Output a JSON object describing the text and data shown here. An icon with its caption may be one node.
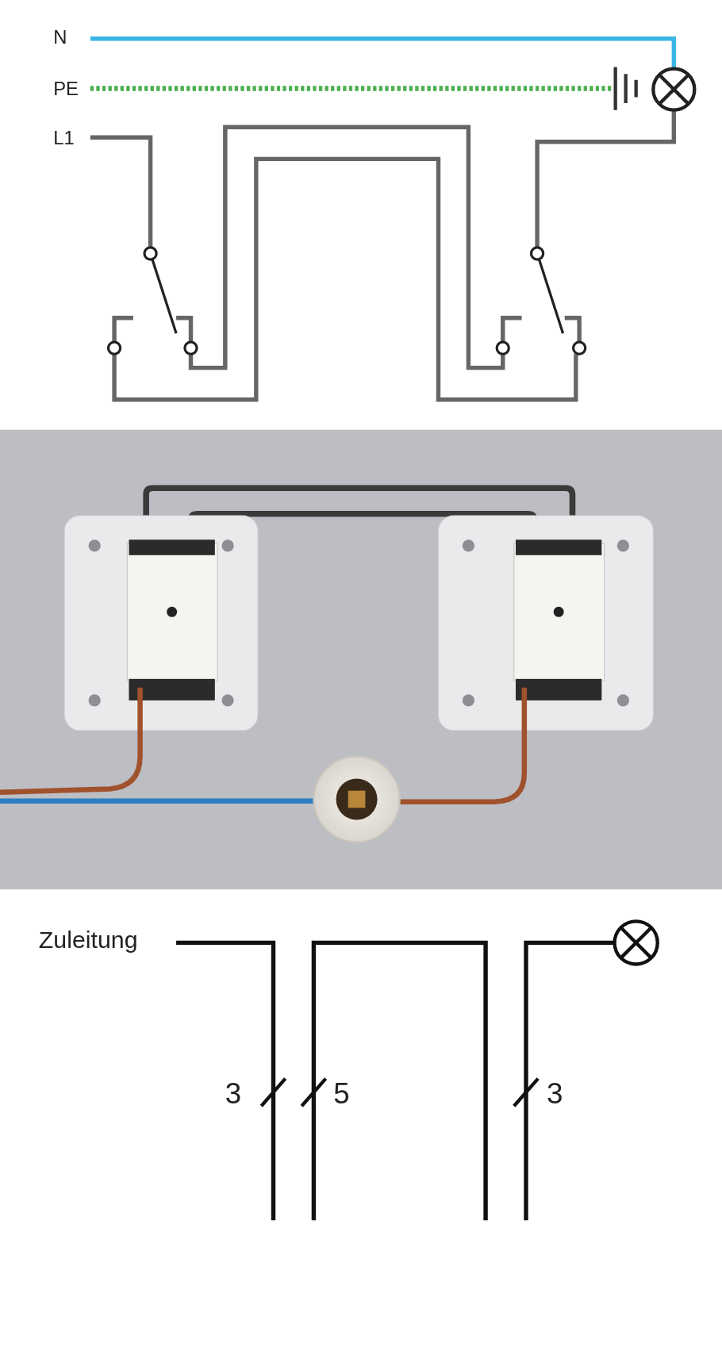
{
  "diagram": {
    "nodes": [
      {
        "text": [
          "N"
        ]
      },
      {
        "text": [
          "PE"
        ]
      },
      {
        "text": [],
        "shape": "bar"
      },
      {
        "text": [],
        "shape": "circle"
      },
      {
        "text": [
          "L1"
        ]
      },
      {
        "text": [],
        "shape": "switch"
      },
      {
        "text": [],
        "shape": "switch"
      },
      {
        "text": [
          "Zuleitung"
        ]
      },
      {
        "text": [],
        "shape": "circle"
      }
    ],
    "edges": [
      {
        "from": 0,
        "to": 3,
        "arrow": "none",
        "color": "#3bb6e6"
      },
      {
        "from": 1,
        "to": 2,
        "arrow": "none",
        "style": "dashed",
        "color": "#4caf50"
      },
      {
        "from": 4,
        "to": 5,
        "arrow": "none"
      },
      {
        "from": 5,
        "to": 6,
        "arrow": "none"
      },
      {
        "from": 5,
        "to": 6,
        "arrow": "none"
      },
      {
        "from": 6,
        "to": 3,
        "arrow": "none"
      },
      {
        "from": 7,
        "to": null,
        "arrow": "none"
      },
      {
        "from": null,
        "to": 8,
        "arrow": "none"
      }
    ],
    "labels": [
      "3",
      "5",
      "3"
    ]
  }
}
